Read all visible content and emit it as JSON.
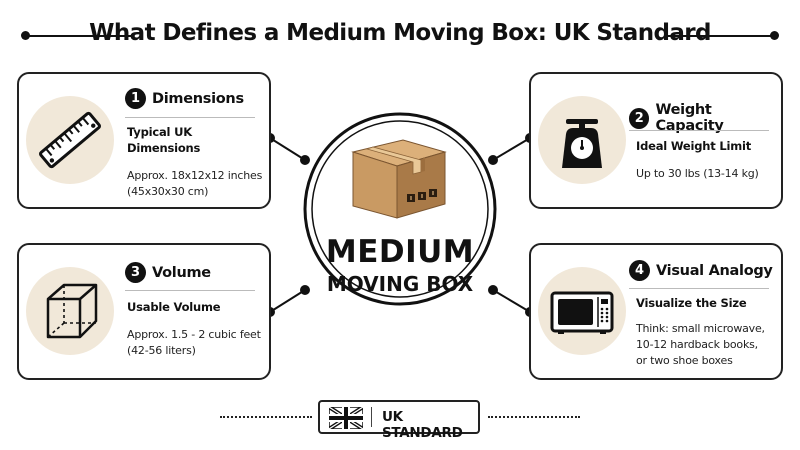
{
  "header": {
    "title": "What Defines a Medium Moving Box: UK Standard"
  },
  "center": {
    "line1": "MEDIUM",
    "line2": "MOVING BOX",
    "box_icon": "cardboard-box-icon"
  },
  "cards": [
    {
      "number": "1",
      "title": "Dimensions",
      "icon": "ruler-icon",
      "subtitle": [
        "Typical UK",
        "Dimensions"
      ],
      "body": [
        "Approx. 18x12x12 inches",
        "(45x30x30 cm)"
      ]
    },
    {
      "number": "2",
      "title": "Weight Capacity",
      "icon": "scale-icon",
      "subtitle": [
        "Ideal Weight Limit"
      ],
      "body": [
        "Up to 30 lbs (13-14 kg)"
      ]
    },
    {
      "number": "3",
      "title": "Volume",
      "icon": "cube-icon",
      "subtitle": [
        "Usable Volume"
      ],
      "body": [
        "Approx. 1.5 - 2 cubic feet",
        "(42-56 liters)"
      ]
    },
    {
      "number": "4",
      "title": "Visual Analogy",
      "icon": "microwave-icon",
      "subtitle": [
        "Visualize the Size"
      ],
      "body": [
        "Think: small microwave,",
        "10-12 hardback books,",
        "or two shoe boxes"
      ]
    }
  ],
  "footer": {
    "label": "UK STANDARD",
    "flag_icon": "uk-flag-icon"
  },
  "colors": {
    "ink": "#111111",
    "icon_bg": "#f1e8d9",
    "box_tan": "#c99a63",
    "box_dark": "#a97a48"
  }
}
